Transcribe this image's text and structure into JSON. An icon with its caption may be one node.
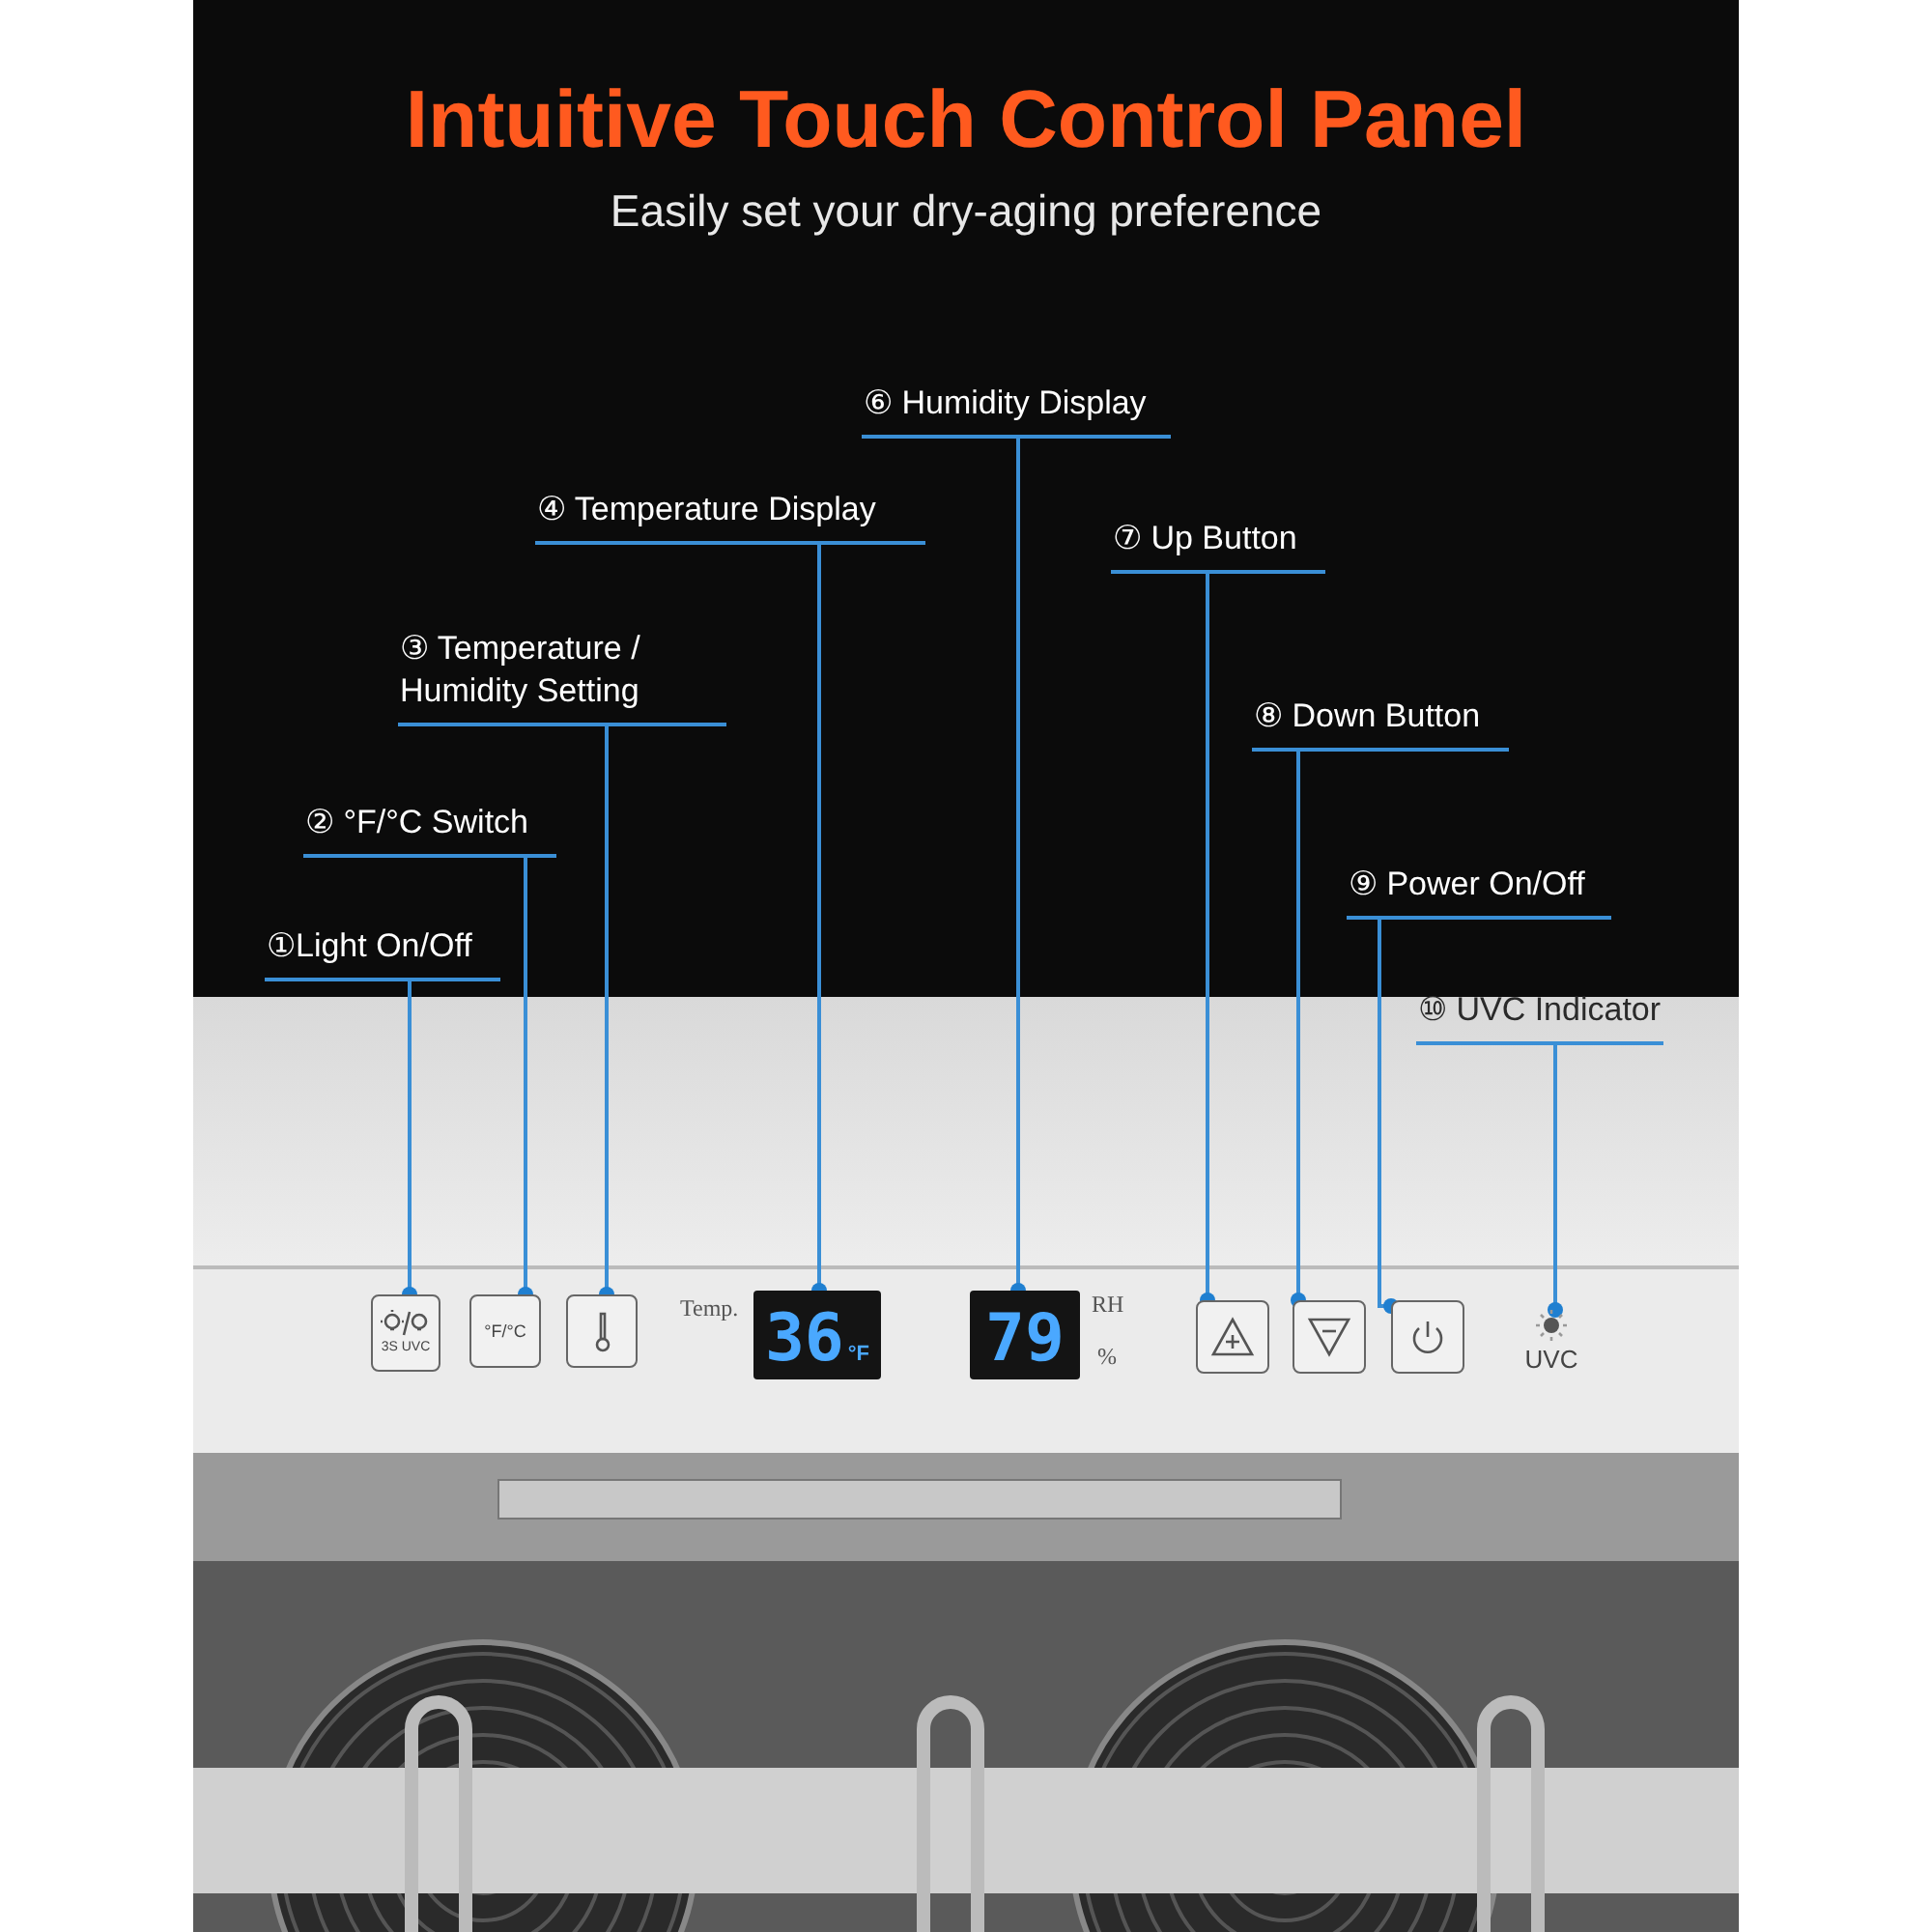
{
  "diagram": {
    "title": "Intuitive Touch Control Panel",
    "nodes": [
      {
        "text": [
          "①Light On/Off"
        ]
      },
      {
        "text": [
          "② °F/°C Switch"
        ]
      },
      {
        "text": [
          "③ Temperature / Humidity Setting"
        ]
      },
      {
        "text": [
          "④ Temperature Display"
        ]
      },
      {
        "text": [
          "⑥ Humidity Display"
        ]
      },
      {
        "text": [
          "⑦ Up Button"
        ]
      },
      {
        "text": [
          "⑧ Down Button"
        ]
      },
      {
        "text": [
          "⑨ Power On/Off"
        ]
      },
      {
        "text": [
          "⑩ UVC Indicator"
        ]
      },
      {
        "text": [
          "3S UVC"
        ]
      },
      {
        "text": [
          "°F/°C"
        ]
      },
      {
        "text": [],
        "shape": "box"
      },
      {
        "text": [
          "36",
          "°F"
        ],
        "beside": [
          "Temp."
        ]
      },
      {
        "text": [
          "79"
        ],
        "beside": [
          "RH",
          "%"
        ]
      },
      {
        "text": [],
        "shape": "box"
      },
      {
        "text": [],
        "shape": "box"
      },
      {
        "text": [],
        "shape": "box"
      },
      {
        "text": [
          "UVC"
        ]
      }
    ],
    "edges": [
      {
        "from": 0,
        "to": 9,
        "arrow": "other"
      },
      {
        "from": 1,
        "to": 10,
        "arrow": "other"
      },
      {
        "from": 2,
        "to": 11,
        "arrow": "other"
      },
      {
        "from": 3,
        "to": 12,
        "arrow": "other"
      },
      {
        "from": 4,
        "to": 13,
        "arrow": "other"
      },
      {
        "from": 5,
        "to": 14,
        "arrow": "other"
      },
      {
        "from": 6,
        "to": 15,
        "arrow": "other"
      },
      {
        "from": 7,
        "to": 16,
        "arrow": "other"
      },
      {
        "from": 8,
        "to": 17,
        "arrow": "other"
      }
    ],
    "labels": [
      "Easily set your dry-aging preference"
    ]
  }
}
